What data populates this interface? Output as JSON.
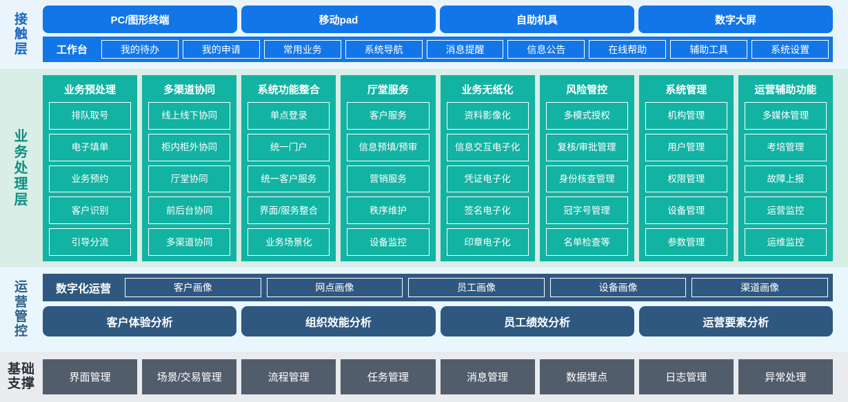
{
  "layers": {
    "touch": {
      "label_chars": [
        "接",
        "触",
        "层"
      ],
      "channels": [
        "PC/图形终端",
        "移动pad",
        "自助机具",
        "数字大屏"
      ],
      "workbench_label": "工作台",
      "menu_items": [
        "我的待办",
        "我的申请",
        "常用业务",
        "系统导航",
        "消息提醒",
        "信息公告",
        "在线帮助",
        "辅助工具",
        "系统设置"
      ]
    },
    "business": {
      "label_chars": [
        "业",
        "务",
        "处",
        "理",
        "层"
      ],
      "columns": [
        {
          "title": "业务预处理",
          "items": [
            "排队取号",
            "电子填单",
            "业务预约",
            "客户识别",
            "引导分流"
          ]
        },
        {
          "title": "多渠道协同",
          "items": [
            "线上线下协同",
            "柜内柜外协同",
            "厅堂协同",
            "前后台协同",
            "多渠道协同"
          ]
        },
        {
          "title": "系统功能整合",
          "items": [
            "单点登录",
            "统一门户",
            "统一客户服务",
            "界面/服务整合",
            "业务场景化"
          ]
        },
        {
          "title": "厅堂服务",
          "items": [
            "客户服务",
            "信息预填/预审",
            "营销服务",
            "秩序维护",
            "设备监控"
          ]
        },
        {
          "title": "业务无纸化",
          "items": [
            "资料影像化",
            "信息交互电子化",
            "凭证电子化",
            "签名电子化",
            "印章电子化"
          ]
        },
        {
          "title": "风险管控",
          "items": [
            "多模式授权",
            "复核/审批管理",
            "身份核查管理",
            "冠字号管理",
            "名单检查等"
          ]
        },
        {
          "title": "系统管理",
          "items": [
            "机构管理",
            "用户管理",
            "权限管理",
            "设备管理",
            "参数管理"
          ]
        },
        {
          "title": "运营辅助功能",
          "items": [
            "多媒体管理",
            "考培管理",
            "故障上报",
            "运营监控",
            "运维监控"
          ]
        }
      ]
    },
    "operations": {
      "label_chars": [
        "运",
        "营",
        "管",
        "控"
      ],
      "digital_ops_label": "数字化运营",
      "portraits": [
        "客户画像",
        "网点画像",
        "员工画像",
        "设备画像",
        "渠道画像"
      ],
      "analyses": [
        "客户体验分析",
        "组织效能分析",
        "员工绩效分析",
        "运营要素分析"
      ]
    },
    "foundation": {
      "label_lines": [
        "基础",
        "支撑"
      ],
      "items": [
        "界面管理",
        "场景/交易管理",
        "流程管理",
        "任务管理",
        "消息管理",
        "数据埋点",
        "日志管理",
        "异常处理"
      ]
    }
  },
  "colors": {
    "touch_bg": "#eaf4fc",
    "touch_blue": "#1376e8",
    "business_bg": "#d8eee7",
    "business_teal": "#12b3a2",
    "ops_bg": "#eaf6fd",
    "ops_blue": "#2f5880",
    "foundation_bg": "#e9ebee",
    "foundation_gray": "#525d6c"
  }
}
